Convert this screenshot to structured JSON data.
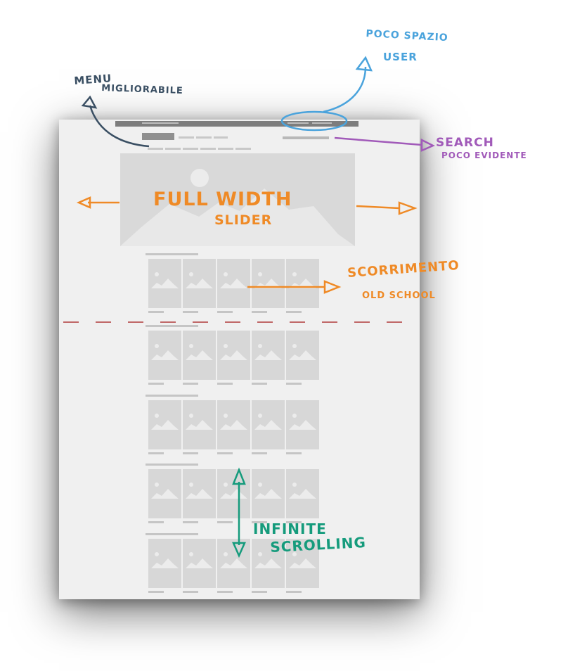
{
  "annotations": {
    "menu": [
      "MENU",
      "MIGLIORABILE"
    ],
    "user": [
      "POCO SPAZIO",
      "USER"
    ],
    "search": [
      "SEARCH",
      "POCO EVIDENTE"
    ],
    "slider": [
      "FULL WIDTH",
      "SLIDER"
    ],
    "scroll": [
      "SCORRIMENTO",
      "OLD SCHOOL"
    ],
    "infinite": [
      "INFINITE",
      "SCROLLING"
    ]
  },
  "colors": {
    "menu": "#3a4f63",
    "user": "#4aa3dc",
    "search": "#a15ab9",
    "slider": "#ef8a26",
    "infinite": "#159b7c",
    "fold_line": "#b03a3a"
  },
  "wireframe": {
    "row_count": 5,
    "thumbs_per_row": 5,
    "slider_icon": "image-placeholder-icon",
    "thumb_icon": "image-placeholder-icon"
  }
}
